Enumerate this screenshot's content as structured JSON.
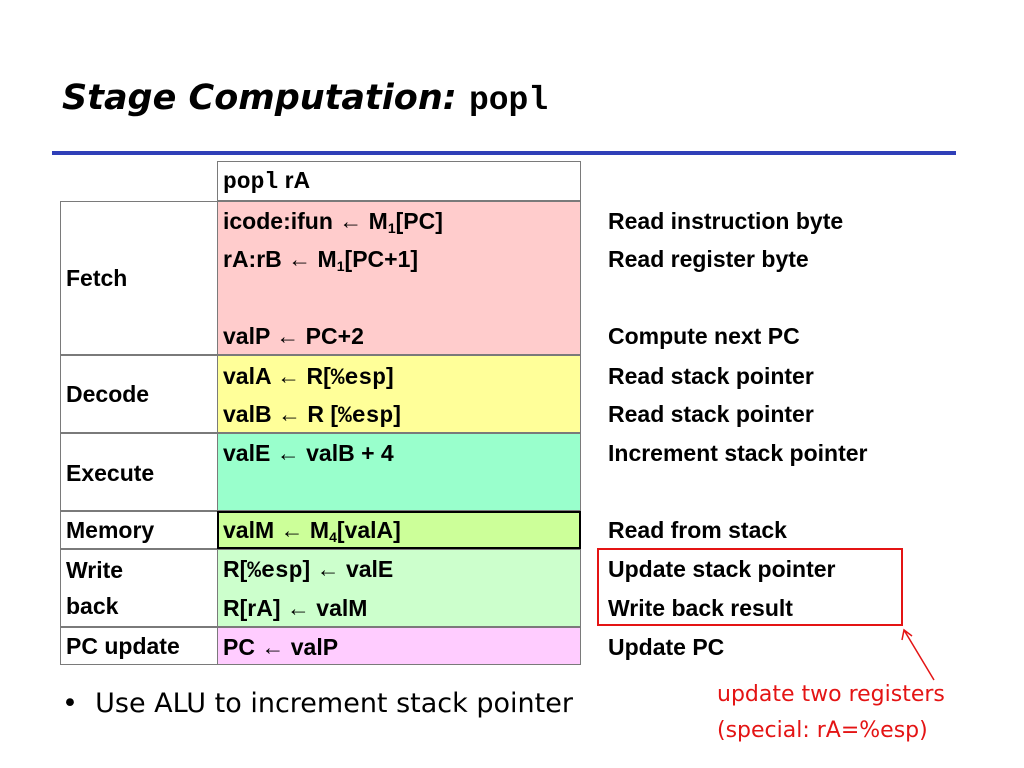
{
  "title": {
    "text": "Stage Computation: ",
    "instr": "popl"
  },
  "header": {
    "instr": "popl",
    "operand": " rA"
  },
  "stages": {
    "fetch": "Fetch",
    "decode": "Decode",
    "execute": "Execute",
    "memory": "Memory",
    "write1": "Write",
    "write2": "back",
    "pc": "PC update"
  },
  "ops": {
    "f1_a": "icode:ifun ",
    "f1_arrow": "←",
    "f1_b": " M",
    "f1_sub": "1",
    "f1_c": "[PC]",
    "f2_a": "rA:rB ",
    "f2_arrow": "←",
    "f2_b": " M",
    "f2_sub": "1",
    "f2_c": "[PC+1]",
    "f3_a": "valP ",
    "f3_arrow": "←",
    "f3_b": " PC+2",
    "d1_a": "valA ",
    "d1_arrow": "←",
    "d1_b": " R[",
    "d1_reg": "%esp",
    "d1_c": "]",
    "d2_a": "valB ",
    "d2_arrow": "←",
    "d2_b": " R [",
    "d2_reg": "%esp",
    "d2_c": "]",
    "e1_a": "valE ",
    "e1_arrow": "←",
    "e1_b": " valB + 4",
    "m1_a": "valM ",
    "m1_arrow": "←",
    "m1_b": " M",
    "m1_sub": "4",
    "m1_c": "[valA]",
    "w1_a": "R[",
    "w1_reg": "%esp",
    "w1_b": "] ",
    "w1_arrow": "←",
    "w1_c": " valE",
    "w2_a": "R[rA] ",
    "w2_arrow": "←",
    "w2_b": " valM",
    "p1_a": "PC ",
    "p1_arrow": "←",
    "p1_b": " valP"
  },
  "descriptions": {
    "f1": "Read instruction byte",
    "f2": "Read register byte",
    "f3": "Compute next PC",
    "d1": "Read stack pointer",
    "d2": "Read stack pointer",
    "e1": "Increment stack pointer",
    "m1": "Read from stack",
    "w1": "Update stack pointer",
    "w2": "Write back result",
    "p1": "Update PC"
  },
  "bullet": {
    "marker": "•",
    "text": "Use ALU to increment stack pointer"
  },
  "annotation": {
    "line1": "update two registers",
    "line2": "(special: rA=%esp)"
  },
  "colors": {
    "fetch": "#ffcccc",
    "decode": "#ffff99",
    "execute": "#99ffcc",
    "memory": "#ccff99",
    "writeback": "#ccffcc",
    "pcupdate": "#ffccff",
    "rule": "#2f3fb8",
    "annotation": "#e41414"
  }
}
